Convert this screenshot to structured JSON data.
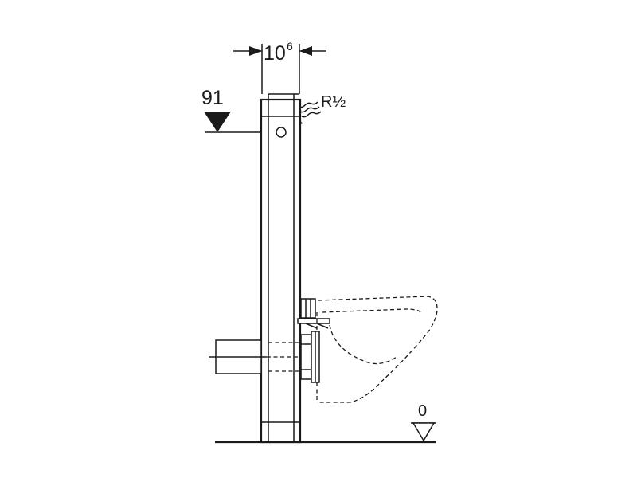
{
  "dimensions": {
    "width_main": "10",
    "width_sup": "6",
    "height_label": "91",
    "connection_label": "R½",
    "floor_label": "0"
  },
  "colors": {
    "line": "#1a1a1a",
    "background": "#ffffff"
  },
  "icons": {
    "height_marker": "filled-down-triangle",
    "floor_marker": "outline-down-triangle",
    "water_supply": "wavy-arrow"
  }
}
